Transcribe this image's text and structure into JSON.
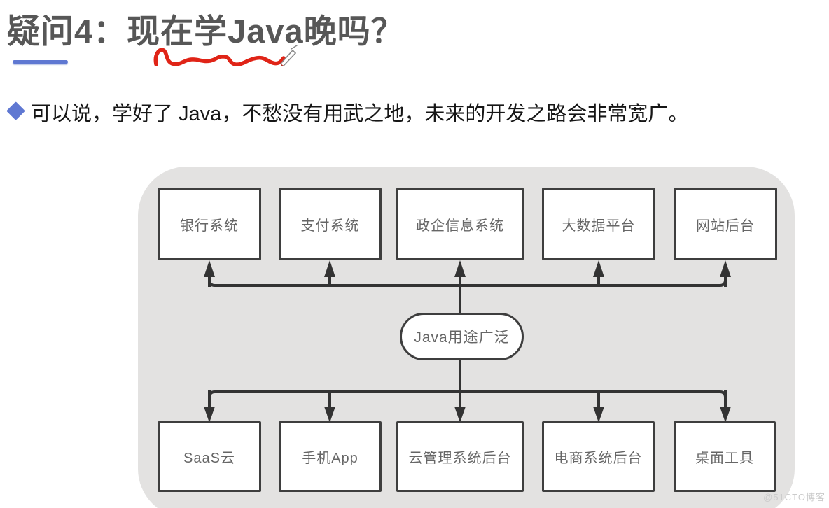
{
  "title": {
    "text": "疑问4：现在学Java晚吗？"
  },
  "bullet": {
    "text": "可以说，学好了 Java，不愁没有用武之地，未来的开发之路会非常宽广。"
  },
  "diagram": {
    "center": {
      "label": "Java用途广泛"
    },
    "top_row": [
      {
        "label": "银行系统"
      },
      {
        "label": "支付系统"
      },
      {
        "label": "政企信息系统"
      },
      {
        "label": "大数据平台"
      },
      {
        "label": "网站后台"
      }
    ],
    "bottom_row": [
      {
        "label": "SaaS云"
      },
      {
        "label": "手机App"
      },
      {
        "label": "云管理系统后台"
      },
      {
        "label": "电商系统后台"
      },
      {
        "label": "桌面工具"
      }
    ]
  },
  "watermark": "@51CTO博客",
  "icons": {
    "bullet": "diamond",
    "annotation_cursor": "pencil"
  },
  "colors": {
    "title": "#575757",
    "accent_blue": "#5f78d2",
    "annotation_red": "#e02417",
    "panel_bg": "#e3e2e1",
    "node_border": "#3e3e3e",
    "node_text": "#666666",
    "connector": "#333333",
    "watermark": "#cbcbcb"
  }
}
